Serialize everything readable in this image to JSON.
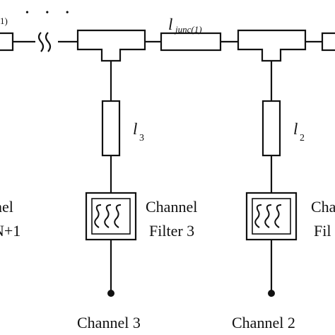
{
  "diagram": {
    "top_left_subscript_fragment": "1)",
    "ellipsis": "• • •",
    "junction_line_label": {
      "symbol": "l",
      "subscript": "junc(1)"
    },
    "branch_lines": [
      {
        "symbol": "l",
        "subscript": "3"
      },
      {
        "symbol": "l",
        "subscript": "2"
      }
    ],
    "filters": [
      {
        "line1": "Channel",
        "line2": "Filter 3"
      },
      {
        "line1": "Cha",
        "line2": "Fil"
      }
    ],
    "left_cut_filter": {
      "line1": "nel",
      "line2": "N+1"
    },
    "ports": [
      "Channel 3",
      "Channel 2"
    ]
  }
}
